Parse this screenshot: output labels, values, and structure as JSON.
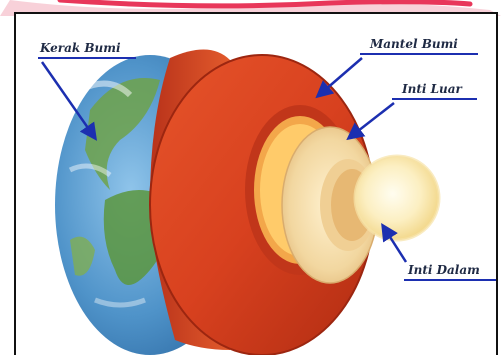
{
  "labels": {
    "crust": "Kerak Bumi",
    "mantle": "Mantel Bumi",
    "outer_core": "Inti Luar",
    "inner_core": "Inti Dalam"
  },
  "colors": {
    "banner": "#e8375a",
    "arrow": "#1c2fb0",
    "frame": "#111111"
  }
}
